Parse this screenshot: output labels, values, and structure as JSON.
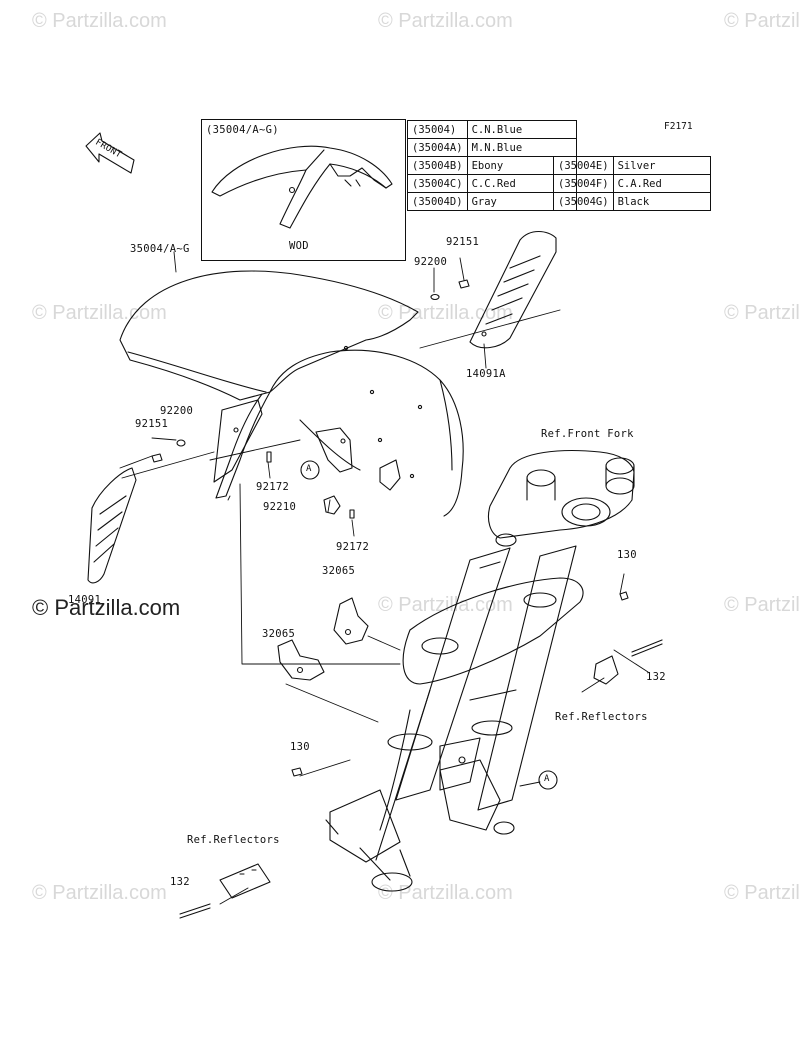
{
  "watermarks": {
    "text": "© Partzilla.com",
    "main": "© Partzilla.com"
  },
  "figure_code": "F2171",
  "front_label": "FRONT",
  "inset": {
    "title": "(35004/A~G)",
    "caption": "WOD"
  },
  "color_table": {
    "left": [
      {
        "code": "(35004)",
        "color": "C.N.Blue"
      },
      {
        "code": "(35004A)",
        "color": "M.N.Blue"
      },
      {
        "code": "(35004B)",
        "color": "Ebony"
      },
      {
        "code": "(35004C)",
        "color": "C.C.Red"
      },
      {
        "code": "(35004D)",
        "color": "Gray"
      }
    ],
    "right": [
      {
        "code": "(35004E)",
        "color": "Silver"
      },
      {
        "code": "(35004F)",
        "color": "C.A.Red"
      },
      {
        "code": "(35004G)",
        "color": "Black"
      }
    ]
  },
  "callouts": {
    "fender": "35004/A~G",
    "p92151_top": "92151",
    "p92200_top": "92200",
    "p14091A": "14091A",
    "p92200_left": "92200",
    "p92151_left": "92151",
    "p92172_a": "92172",
    "p92210": "92210",
    "p92172_b": "92172",
    "p14091": "14091",
    "ref_front_fork": "Ref.Front Fork",
    "p130_top": "130",
    "p32065_a": "32065",
    "p32065_b": "32065",
    "p132_right": "132",
    "ref_reflectors_right": "Ref.Reflectors",
    "p130_left": "130",
    "ref_reflectors_left": "Ref.Reflectors",
    "p132_left": "132",
    "circle_a": "A"
  }
}
